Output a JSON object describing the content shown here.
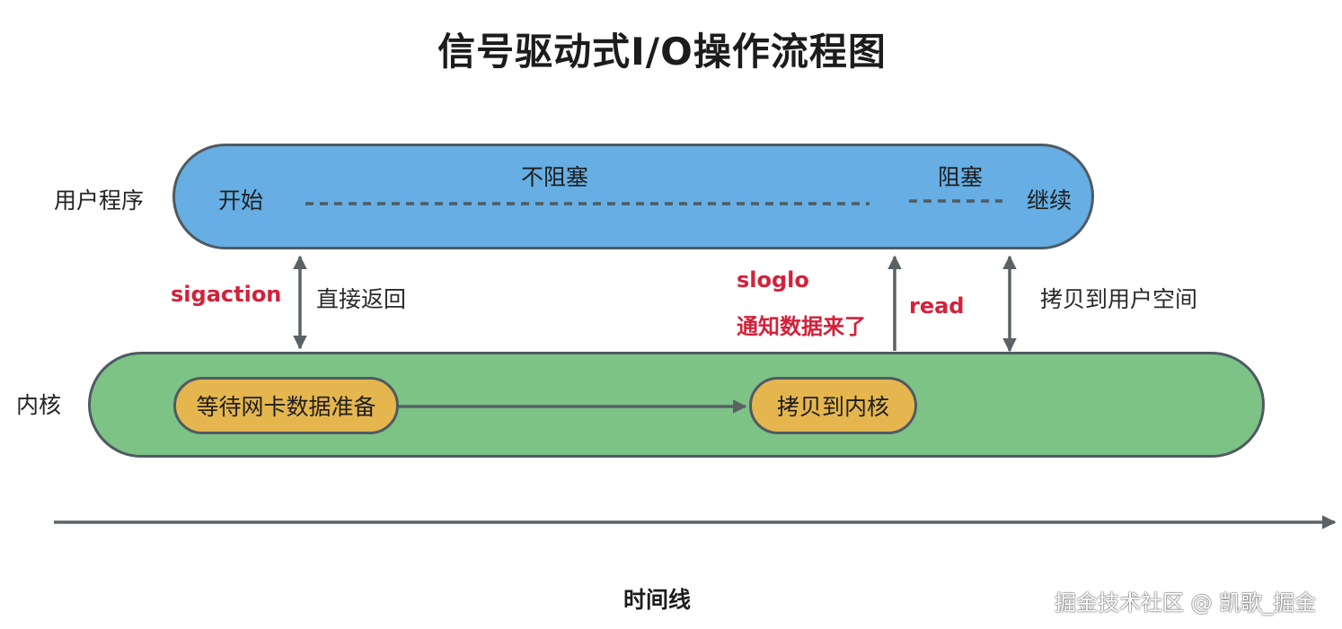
{
  "title": "信号驱动式I/O操作流程图",
  "lanes": {
    "user": "用户程序",
    "kernel": "内核"
  },
  "user_bar": {
    "start": "开始",
    "non_blocking": "不阻塞",
    "blocking": "阻塞",
    "continue": "继续"
  },
  "kernel_bar": {
    "wait_data": "等待网卡数据准备",
    "copy_kernel": "拷贝到内核"
  },
  "calls": {
    "sigaction": "sigaction",
    "direct_return": "直接返回",
    "signal_name": "sloglo",
    "signal_desc": "通知数据来了",
    "read": "read",
    "copy_user": "拷贝到用户空间"
  },
  "timeline": "时间线",
  "watermark": "掘金技术社区 @ 凯歌_掘金",
  "colors": {
    "user_bar": "#66aee3",
    "kernel_bar": "#7cc385",
    "pill": "#e5b64e",
    "accent_red": "#d3213a",
    "stroke": "#4f5a63"
  }
}
